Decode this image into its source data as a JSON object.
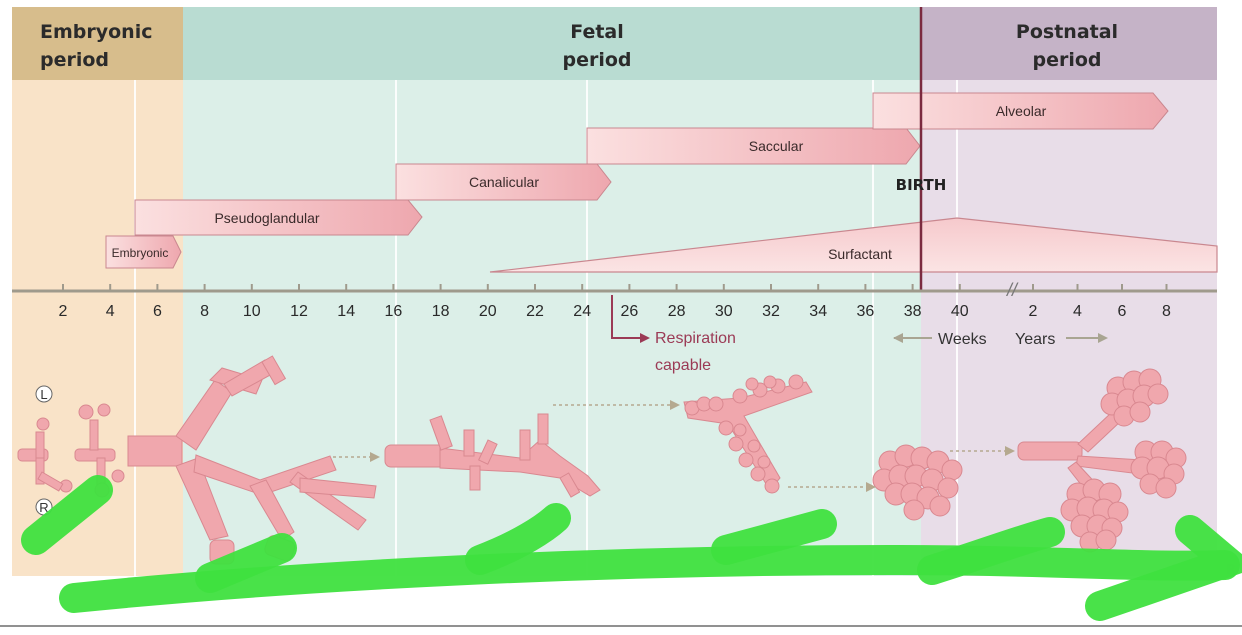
{
  "periods": {
    "embryonic": [
      "Embryonic",
      "period"
    ],
    "fetal": [
      "Fetal",
      "period"
    ],
    "postnatal": [
      "Postnatal",
      "period"
    ]
  },
  "stages": {
    "embryonic": "Embryonic",
    "pseudoglandular": "Pseudoglandular",
    "canalicular": "Canalicular",
    "saccular": "Saccular",
    "alveolar": "Alveolar",
    "surfactant": "Surfactant",
    "birth": "BIRTH"
  },
  "axis": {
    "week_ticks": [
      "2",
      "4",
      "6",
      "8",
      "10",
      "12",
      "14",
      "16",
      "18",
      "20",
      "22",
      "24",
      "26",
      "28",
      "30",
      "32",
      "34",
      "36",
      "38",
      "40"
    ],
    "year_ticks": [
      "2",
      "4",
      "6",
      "8"
    ],
    "weeks_label": "Weeks",
    "years_label": "Years"
  },
  "annotations": {
    "respiration": [
      "Respiration",
      "capable"
    ],
    "left_marker": "L",
    "right_marker": "R",
    "corner_mark": "R"
  },
  "colors": {
    "embryonic_header": "#d7bd8c",
    "embryonic_bg": "#f9e3c8",
    "fetal_header": "#b9dcd2",
    "fetal_bg": "#dcefe8",
    "postnatal_header": "#c5b3c7",
    "postnatal_bg": "#e8dde8",
    "stage_fill": "#f2b9bd",
    "stage_stroke": "#c9878f",
    "birth_line": "#7b2a3f",
    "highlighter": "#3fe03f"
  }
}
